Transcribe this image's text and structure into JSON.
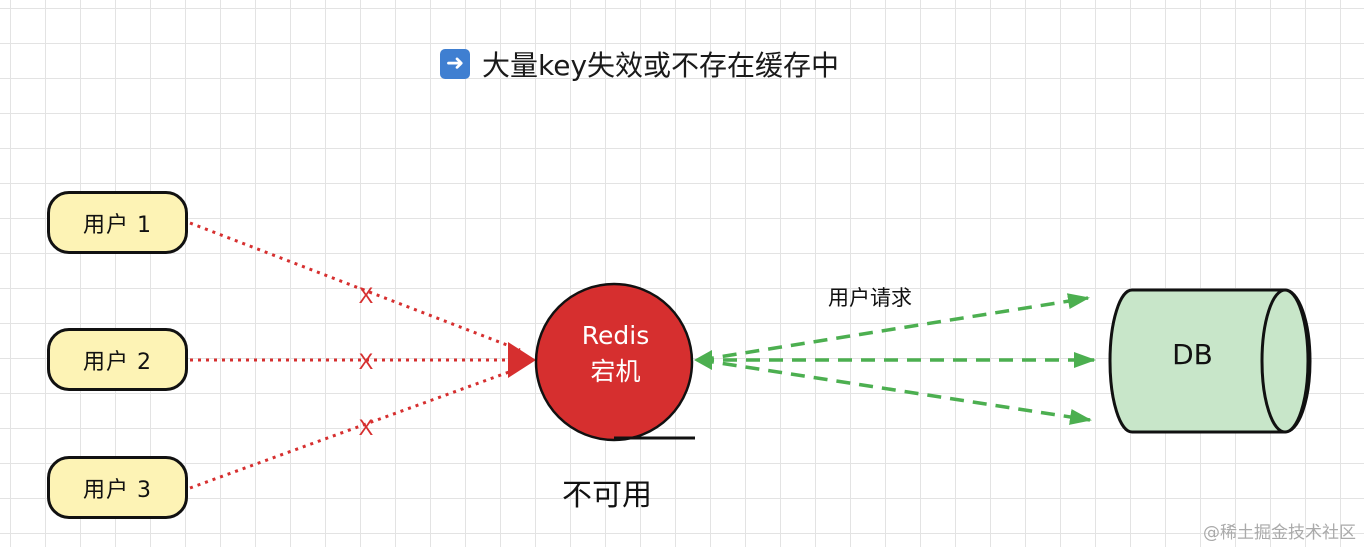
{
  "title": "大量key失效或不存在缓存中",
  "users": [
    {
      "label": "用户 1"
    },
    {
      "label": "用户 2"
    },
    {
      "label": "用户 3"
    }
  ],
  "blocked_marker": "X",
  "redis": {
    "line1": "Redis",
    "line2": "宕机",
    "status": "不可用"
  },
  "request_label": "用户请求",
  "db": {
    "label": "DB"
  },
  "watermark": "@稀土掘金技术社区",
  "colors": {
    "user_fill": "#fdf3b5",
    "redis_fill": "#d62f2f",
    "db_fill": "#c8e6c9",
    "blocked_line": "#d62f2f",
    "request_line": "#4caf50",
    "title_icon": "#3f7fd1"
  }
}
